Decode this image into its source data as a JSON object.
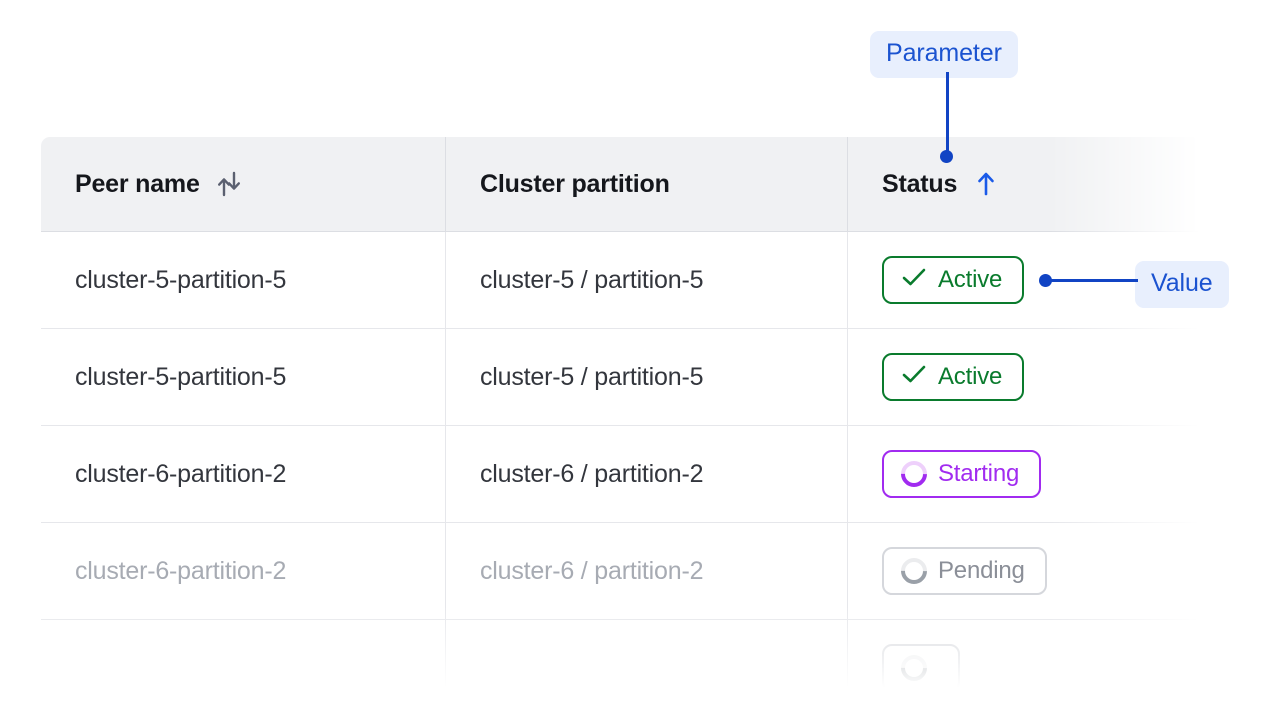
{
  "table": {
    "columns": [
      {
        "key": "peer_name",
        "label": "Peer name",
        "sort_icon": "sort-updown-icon",
        "sort_state": "none"
      },
      {
        "key": "cluster_partition",
        "label": "Cluster partition",
        "sort_icon": null,
        "sort_state": "none"
      },
      {
        "key": "status",
        "label": "Status",
        "sort_icon": "arrow-up-icon",
        "sort_state": "ascending"
      }
    ],
    "rows": [
      {
        "peer_name": "cluster-5-partition-5",
        "cluster_partition": "cluster-5 / partition-5",
        "status": "Active",
        "status_kind": "active",
        "status_icon": "check-icon",
        "muted": false
      },
      {
        "peer_name": "cluster-5-partition-5",
        "cluster_partition": "cluster-5 / partition-5",
        "status": "Active",
        "status_kind": "active",
        "status_icon": "check-icon",
        "muted": false
      },
      {
        "peer_name": "cluster-6-partition-2",
        "cluster_partition": "cluster-6 / partition-2",
        "status": "Starting",
        "status_kind": "starting",
        "status_icon": "spinner-icon",
        "muted": false
      },
      {
        "peer_name": "cluster-6-partition-2",
        "cluster_partition": "cluster-6 / partition-2",
        "status": "Pending",
        "status_kind": "pending",
        "status_icon": "spinner-icon",
        "muted": true
      },
      {
        "peer_name": "",
        "cluster_partition": "",
        "status": "",
        "status_kind": "pending",
        "status_icon": "spinner-icon",
        "muted": true
      }
    ]
  },
  "annotations": {
    "parameter": {
      "label": "Parameter",
      "target": "status-column-header"
    },
    "value": {
      "label": "Value",
      "target": "status-cell-row-1"
    }
  },
  "colors": {
    "annotation_text": "#1b53d0",
    "annotation_bg": "#e8effd",
    "annotation_line": "#1144c4",
    "status_active": "#0a7b2d",
    "status_starting": "#a12bf0",
    "status_pending": "#8b8f98",
    "header_bg": "#f0f1f3",
    "border": "#dcdee3",
    "text": "#33363d",
    "text_muted": "#a7abb3"
  }
}
